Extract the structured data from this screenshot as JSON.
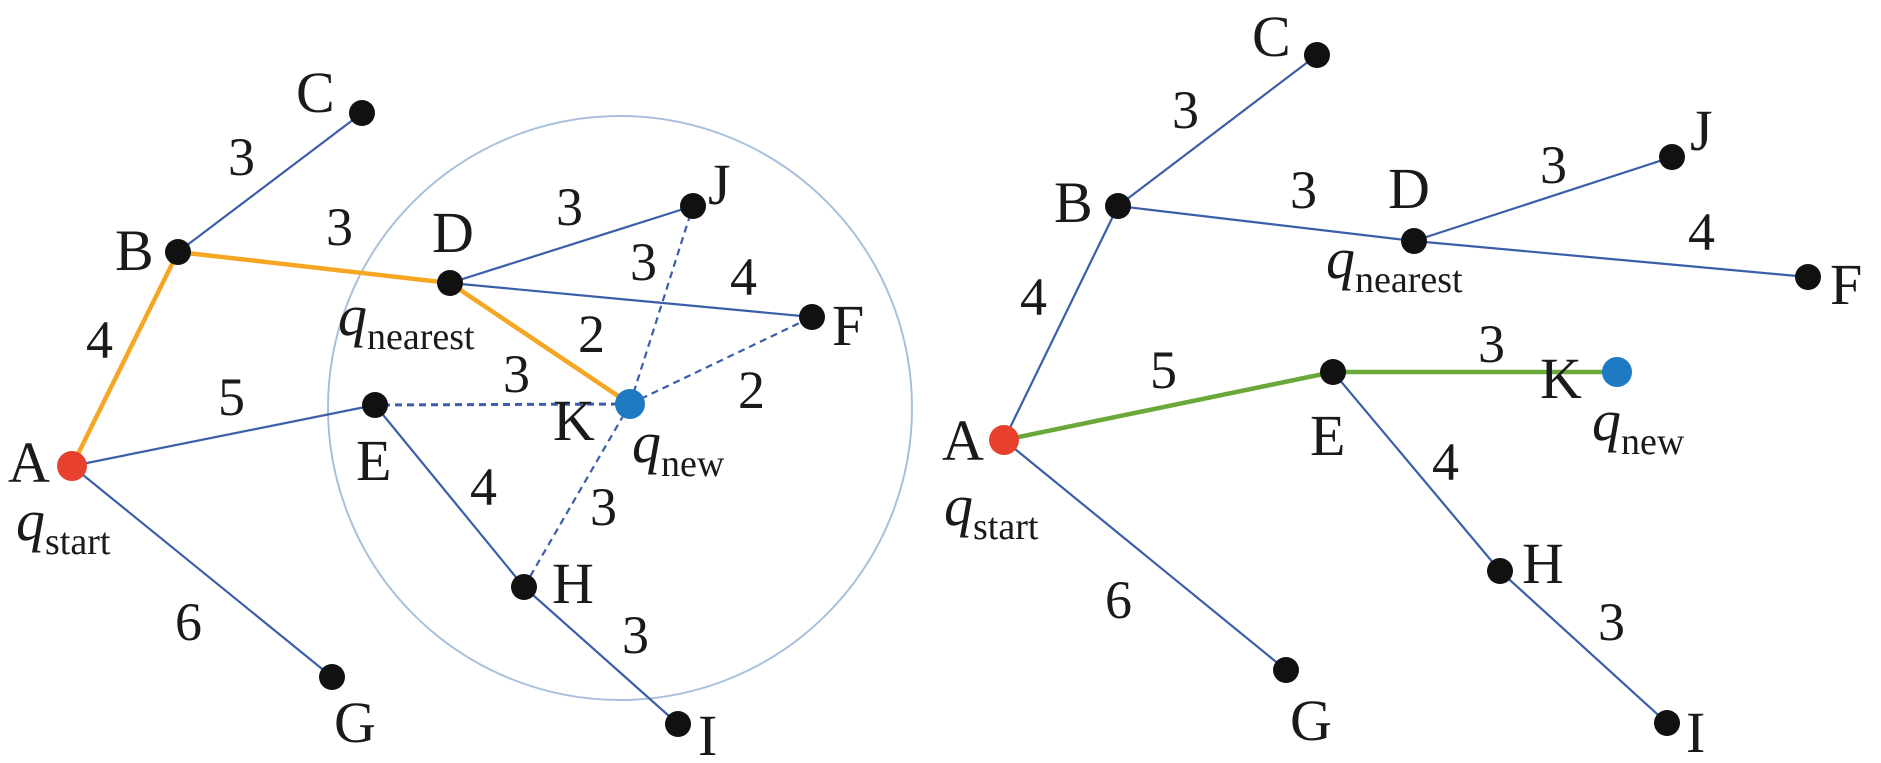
{
  "colors": {
    "edge": "#3a5fa8",
    "path_orange": "#f5a623",
    "path_green": "#6aa83a",
    "circle": "#a9c0dc",
    "node": "#111111",
    "node_start": "#e8402f",
    "node_new": "#1f7ac2"
  },
  "left_diagram": {
    "nodes": {
      "A": "A",
      "B": "B",
      "C": "C",
      "D": "D",
      "E": "E",
      "F": "F",
      "G": "G",
      "H": "H",
      "I": "I",
      "J": "J",
      "K": "K"
    },
    "weights": {
      "BC": "3",
      "AB": "4",
      "BD": "3",
      "AE": "5",
      "AG": "6",
      "DJ": "3",
      "DF": "4",
      "DK": "2",
      "JK": "3",
      "KF": "2",
      "EK": "3",
      "EH": "4",
      "HK": "3",
      "HI": "3"
    },
    "q_start": {
      "main": "q",
      "sub": "start"
    },
    "q_nearest": {
      "main": "q",
      "sub": "nearest"
    },
    "q_new": {
      "main": "q",
      "sub": "new"
    }
  },
  "right_diagram": {
    "nodes": {
      "A": "A",
      "B": "B",
      "C": "C",
      "D": "D",
      "E": "E",
      "F": "F",
      "G": "G",
      "H": "H",
      "I": "I",
      "J": "J",
      "K": "K"
    },
    "weights": {
      "BC": "3",
      "AB": "4",
      "BD": "3",
      "DJ": "3",
      "DF": "4",
      "AE": "5",
      "EK": "3",
      "EH": "4",
      "HI": "3",
      "AG": "6"
    },
    "q_start": {
      "main": "q",
      "sub": "start"
    },
    "q_nearest": {
      "main": "q",
      "sub": "nearest"
    },
    "q_new": {
      "main": "q",
      "sub": "new"
    }
  }
}
